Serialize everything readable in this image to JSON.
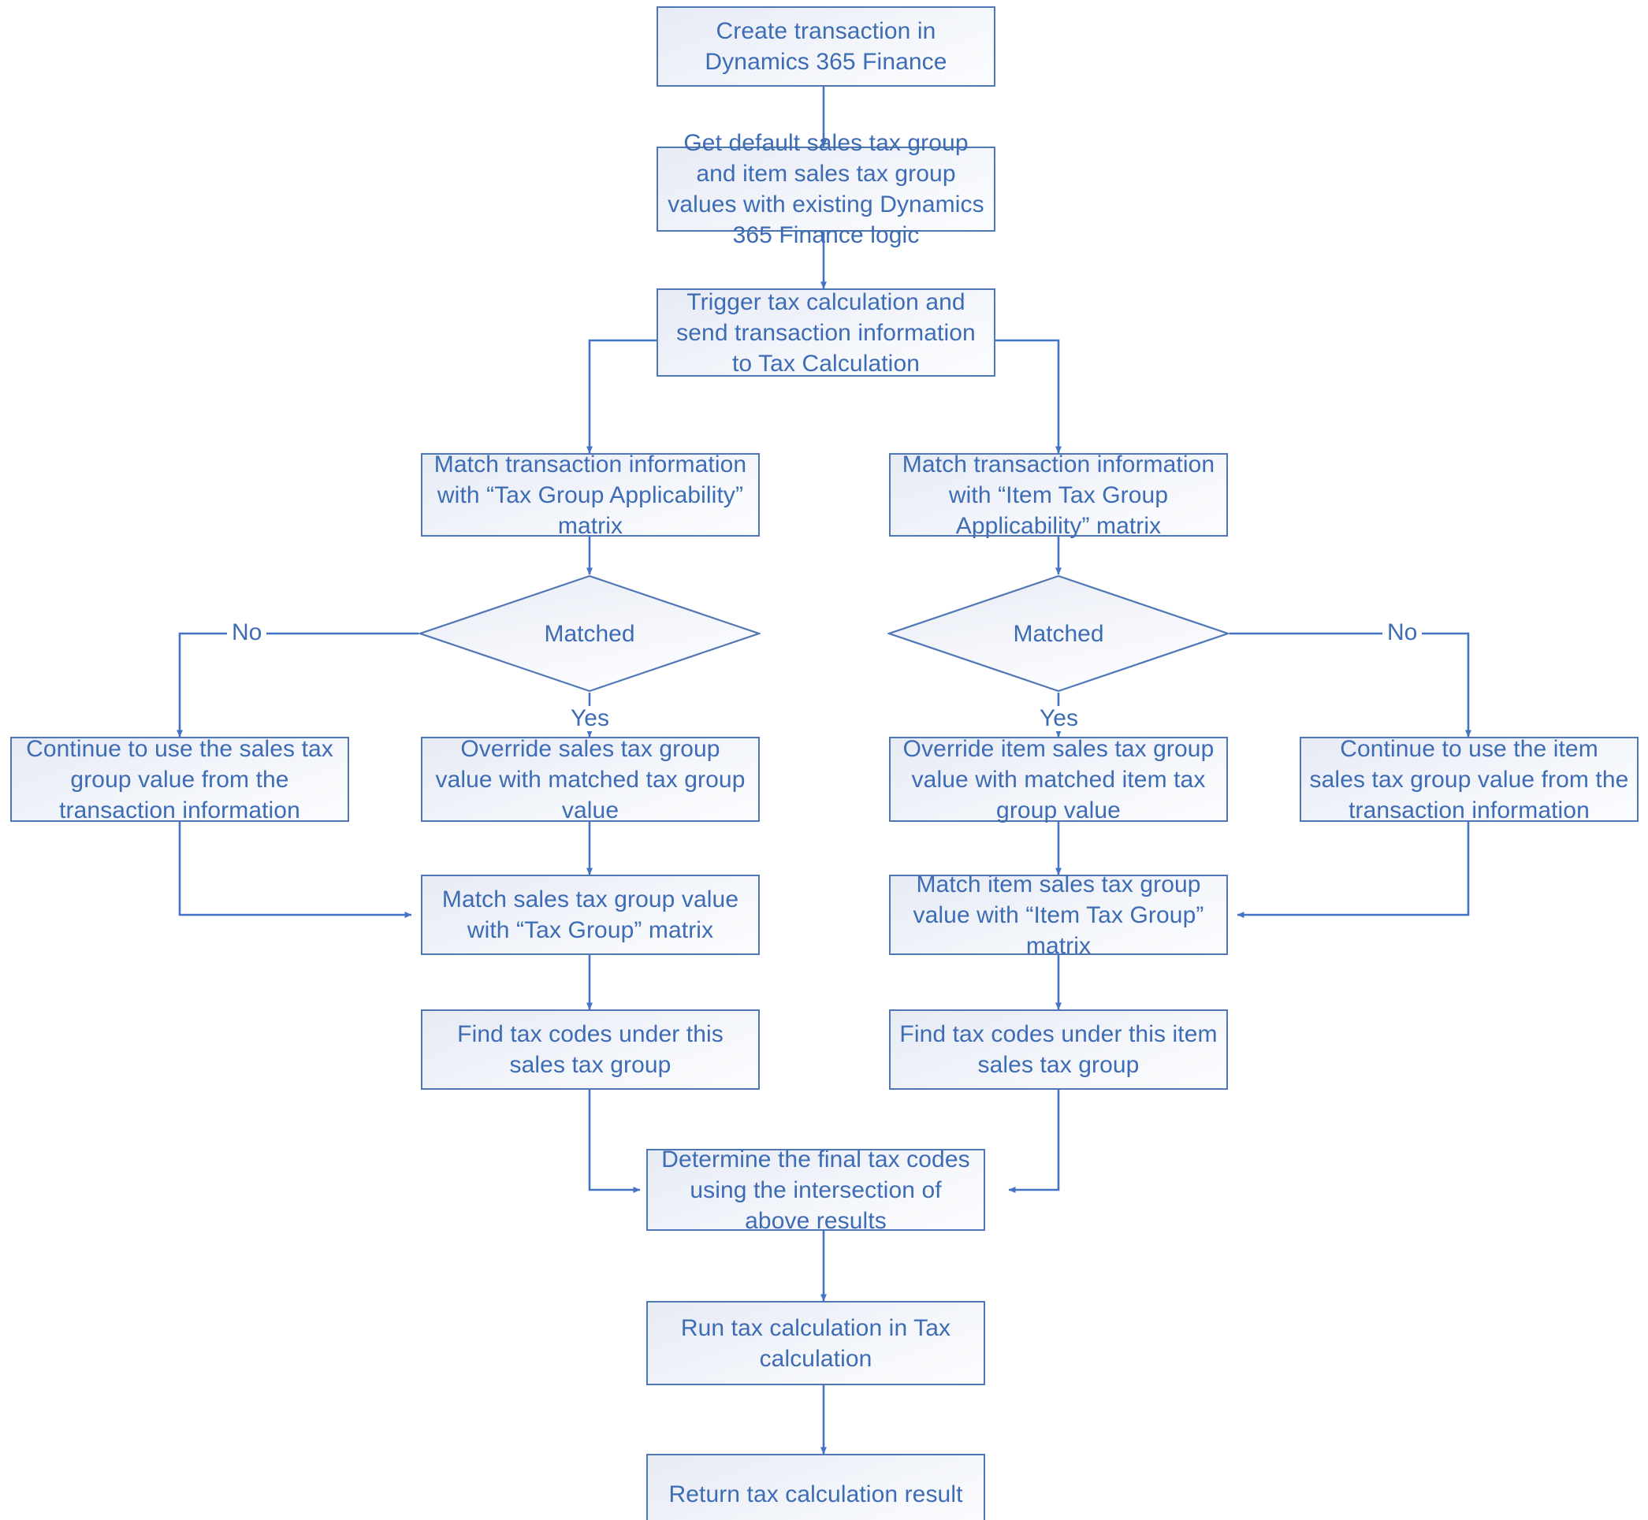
{
  "diagram": {
    "type": "flowchart",
    "title": "Tax Calculation flow in Dynamics 365 Finance",
    "colors": {
      "node_border": "#5077b5",
      "node_fill_top": "#e7ebf4",
      "node_fill_bottom": "#fbfcfe",
      "text": "#3d6cb4",
      "connector": "#4472c4",
      "background": "#ffffff"
    },
    "nodes": [
      {
        "id": "create_transaction",
        "shape": "process",
        "label": "Create transaction in Dynamics 365 Finance"
      },
      {
        "id": "get_defaults",
        "shape": "process",
        "label": "Get default sales tax group and item sales tax group values with existing Dynamics 365 Finance logic"
      },
      {
        "id": "trigger_calc",
        "shape": "process",
        "label": "Trigger tax calculation and send transaction information to Tax Calculation"
      },
      {
        "id": "match_tax_group_applicability",
        "shape": "process",
        "label": "Match transaction information with “Tax Group Applicability” matrix"
      },
      {
        "id": "match_item_tax_group_applicability",
        "shape": "process",
        "label": "Match transaction information with “Item Tax Group Applicability” matrix"
      },
      {
        "id": "decision_left",
        "shape": "decision",
        "label": "Matched"
      },
      {
        "id": "decision_right",
        "shape": "decision",
        "label": "Matched"
      },
      {
        "id": "continue_sales_tax_group",
        "shape": "process",
        "label": "Continue to use the sales tax group value from the transaction information"
      },
      {
        "id": "override_sales_tax_group",
        "shape": "process",
        "label": "Override sales tax group value with matched tax group value"
      },
      {
        "id": "override_item_sales_tax_group",
        "shape": "process",
        "label": "Override item sales tax group value with matched item tax group value"
      },
      {
        "id": "continue_item_sales_tax_group",
        "shape": "process",
        "label": "Continue to use the item sales tax group value from the transaction information"
      },
      {
        "id": "match_tax_group_matrix",
        "shape": "process",
        "label": "Match sales tax group value with “Tax Group” matrix"
      },
      {
        "id": "match_item_tax_group_matrix",
        "shape": "process",
        "label": "Match item sales tax group value with “Item Tax Group” matrix"
      },
      {
        "id": "find_tax_codes_sales",
        "shape": "process",
        "label": "Find tax codes under this sales tax group"
      },
      {
        "id": "find_tax_codes_item",
        "shape": "process",
        "label": "Find tax codes under this item sales tax group"
      },
      {
        "id": "determine_final_codes",
        "shape": "process",
        "label": "Determine the final tax codes using the intersection of above results"
      },
      {
        "id": "run_tax_calculation",
        "shape": "process",
        "label": "Run tax calculation in Tax calculation"
      },
      {
        "id": "return_result",
        "shape": "process",
        "label": "Return tax calculation result"
      }
    ],
    "edge_labels": {
      "left_no": "No",
      "left_yes": "Yes",
      "right_yes": "Yes",
      "right_no": "No"
    }
  }
}
